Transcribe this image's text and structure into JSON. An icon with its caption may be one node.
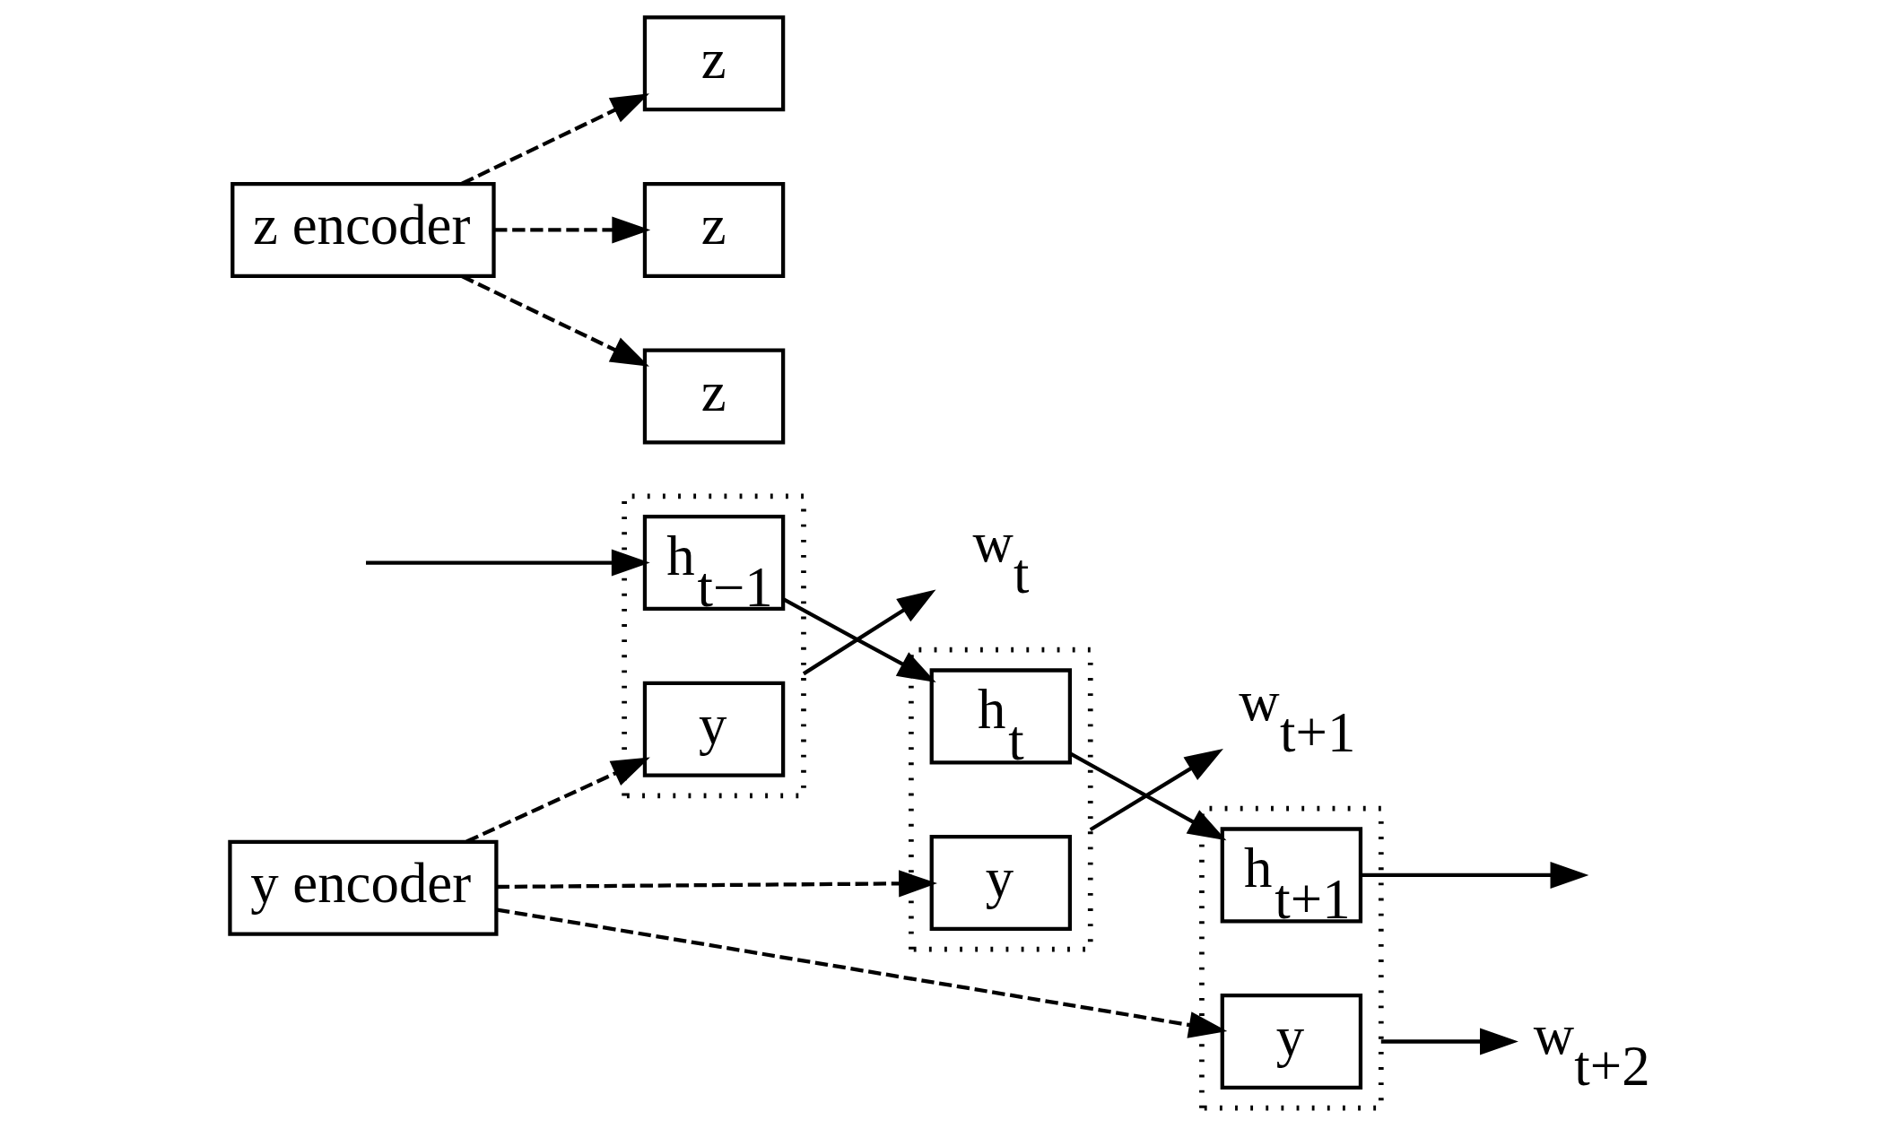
{
  "diagram": {
    "nodes": [
      {
        "text": [
          "y encoder"
        ]
      },
      {
        "text": [
          "z encoder"
        ]
      },
      {
        "text": [
          "w$_{t}$"
        ]
      },
      {
        "text": [
          "w$_{t+1}$"
        ]
      },
      {
        "text": [
          "w$_{t+2}$"
        ]
      },
      {
        "text": [],
        "shape": "box"
      },
      {
        "text": [
          "y"
        ],
        "in": 5
      },
      {
        "text": [
          "h$_{t−1}$"
        ],
        "in": 5
      },
      {
        "text": [],
        "shape": "box"
      },
      {
        "text": [
          "y"
        ],
        "in": 8
      },
      {
        "text": [
          "h$_{t}$"
        ],
        "in": 8
      },
      {
        "text": [],
        "shape": "box"
      },
      {
        "text": [
          "y"
        ],
        "in": 11
      },
      {
        "text": [
          "h$_{t+1}$"
        ],
        "in": 11
      },
      {
        "text": [
          "z"
        ]
      },
      {
        "text": [
          "z"
        ]
      },
      {
        "text": [
          "z"
        ]
      }
    ],
    "edges": [
      {
        "from": 5,
        "to": 2,
        "arrow": "to"
      },
      {
        "from": 8,
        "to": 3,
        "arrow": "to"
      },
      {
        "from": 11,
        "to": 4,
        "arrow": "to"
      },
      {
        "from": 0,
        "to": 6,
        "arrow": "to",
        "style": "dashed"
      },
      {
        "from": 0,
        "to": 9,
        "arrow": "to",
        "style": "dashed"
      },
      {
        "from": 0,
        "to": 12,
        "arrow": "to",
        "style": "dashed"
      },
      {
        "from": 1,
        "to": 14,
        "arrow": "to",
        "style": "dashed"
      },
      {
        "from": 1,
        "to": 15,
        "arrow": "to",
        "style": "dashed"
      },
      {
        "from": 1,
        "to": 16,
        "arrow": "to",
        "style": "dashed"
      },
      {
        "from": null,
        "to": 7,
        "arrow": "to"
      },
      {
        "from": 7,
        "to": 10,
        "arrow": "to"
      },
      {
        "from": 10,
        "to": 13,
        "arrow": "to"
      },
      {
        "from": 13,
        "to": null,
        "arrow": "to"
      }
    ]
  }
}
